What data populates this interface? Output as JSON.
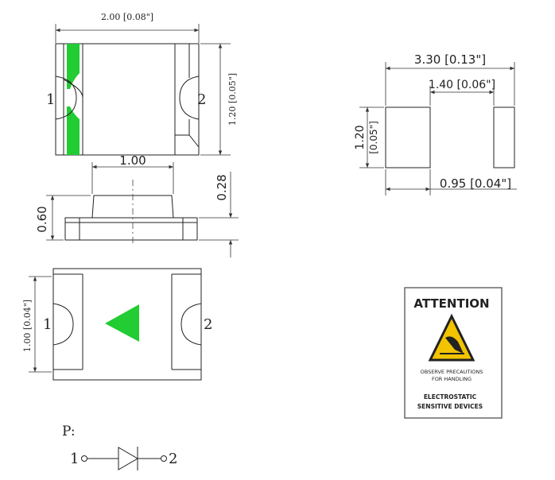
{
  "top_view": {
    "width_dim": "2.00 [0.08\"]",
    "height_dim": "1.20 [0.05\"]",
    "pin_left": "1",
    "pin_right": "2"
  },
  "side_view": {
    "top_width_dim": "1.00",
    "total_height_dim": "0.60",
    "cap_height_dim": "0.28"
  },
  "bottom_view": {
    "height_dim": "1.00 [0.04\"]",
    "pin_left": "1",
    "pin_right": "2"
  },
  "pad_layout": {
    "overall_dim": "3.30 [0.13\"]",
    "gap_dim": "1.40 [0.06\"]",
    "height_dim_mm": "1.20",
    "height_dim_in": "[0.05\"]",
    "pad_width_dim": "0.95 [0.04\"]"
  },
  "attention_label": {
    "title": "ATTENTION",
    "line1": "OBSERVE PRECAUTIONS",
    "line2": "FOR HANDLING",
    "line3": "ELECTROSTATIC",
    "line4": "SENSITIVE DEVICES"
  },
  "schematic": {
    "label": "P:",
    "pin_left": "1",
    "pin_right": "2"
  },
  "colors": {
    "led_green": "#22cc33",
    "warning_yellow": "#f2c400",
    "line": "#222222"
  }
}
